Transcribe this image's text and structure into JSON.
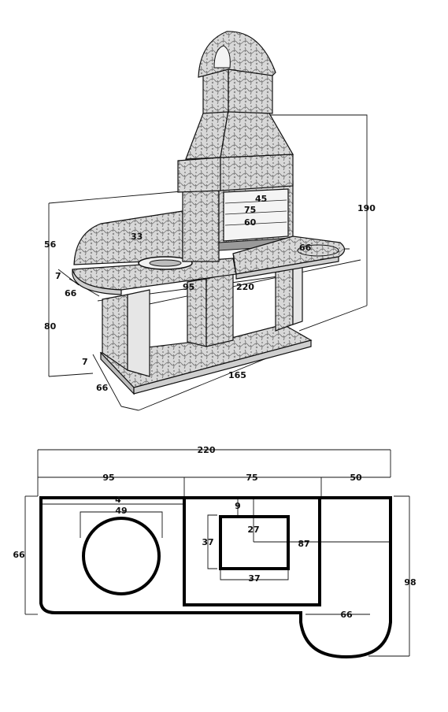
{
  "perspective": {
    "labels": {
      "h_total": "190",
      "h_backwall": "56",
      "h_counter": "80",
      "slab_thick_top": "7",
      "slab_thick_bottom": "7",
      "depth_left": "66",
      "depth_base": "66",
      "depth_right_shelf": "66",
      "backwall_h": "33",
      "width_left": "95",
      "width_total": "220",
      "width_base": "165",
      "fire_w": "45",
      "fire_mid": "75",
      "fire_low": "60"
    }
  },
  "plan": {
    "labels": {
      "total_width": "220",
      "left_width": "95",
      "middle_width": "75",
      "right_width": "50",
      "edge_offset": "4",
      "sink_diameter": "49",
      "left_depth": "66",
      "total_depth": "98",
      "inner_offset": "9",
      "inner_depth": "27",
      "inner_side_h": "37",
      "inner_side_w": "37",
      "chimney_span": "87",
      "round_shelf_depth": "66"
    }
  }
}
